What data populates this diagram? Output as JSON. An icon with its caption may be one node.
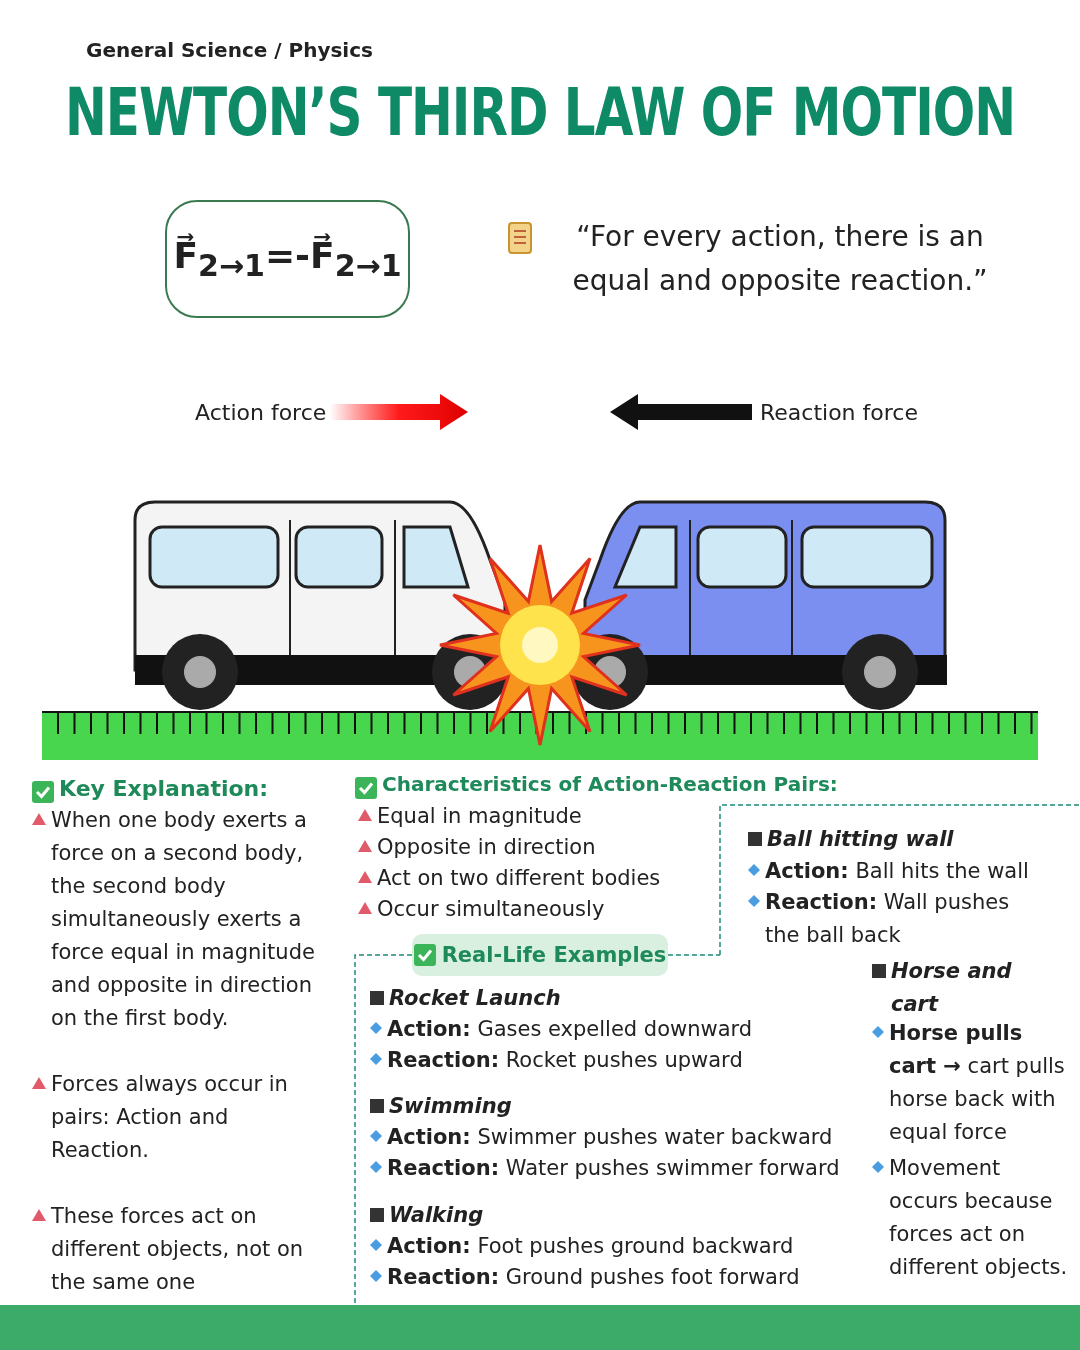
{
  "diagram": {
    "title": "NEWTON’S THIRD LAW OF MOTION",
    "nodes": [
      {
        "text": [
          "F⃗$_{2→1}$=-F⃗$_{2→1}$"
        ]
      },
      {
        "text": [
          "Real-Life Examples"
        ]
      }
    ],
    "labels": [
      "General Science / Physics",
      "“For every action, there is an equal and opposite reaction.”",
      "Action force",
      "Reaction force",
      "Key Explanation:",
      "When one body exerts a force on a second body, the second body simultaneously exerts a force equal in magnitude and opposite in direction on the first body.",
      "Forces always occur in pairs: Action and Reaction.",
      "These forces act on different objects, not on the same one",
      "Characteristics of Action-Reaction Pairs:",
      "Equal in magnitude",
      "Opposite in direction",
      "Act on two different bodies",
      "Occur simultaneously",
      "Ball hitting wall",
      "**Action:** Ball hits the wall",
      "**Reaction:** Wall pushes the ball back",
      "Rocket Launch",
      "**Action:** Gases expelled downward",
      "**Reaction:** Rocket pushes upward",
      "Swimming",
      "**Action:** Swimmer pushes water backward",
      "**Reaction:** Water pushes swimmer forward",
      "Walking",
      "**Action:** Foot pushes ground backward",
      "**Reaction:** Ground pushes foot forward",
      "Horse and cart",
      "**Horse pulls cart →** cart pulls horse back with equal force",
      "Movement occurs because forces act on different objects."
    ]
  }
}
